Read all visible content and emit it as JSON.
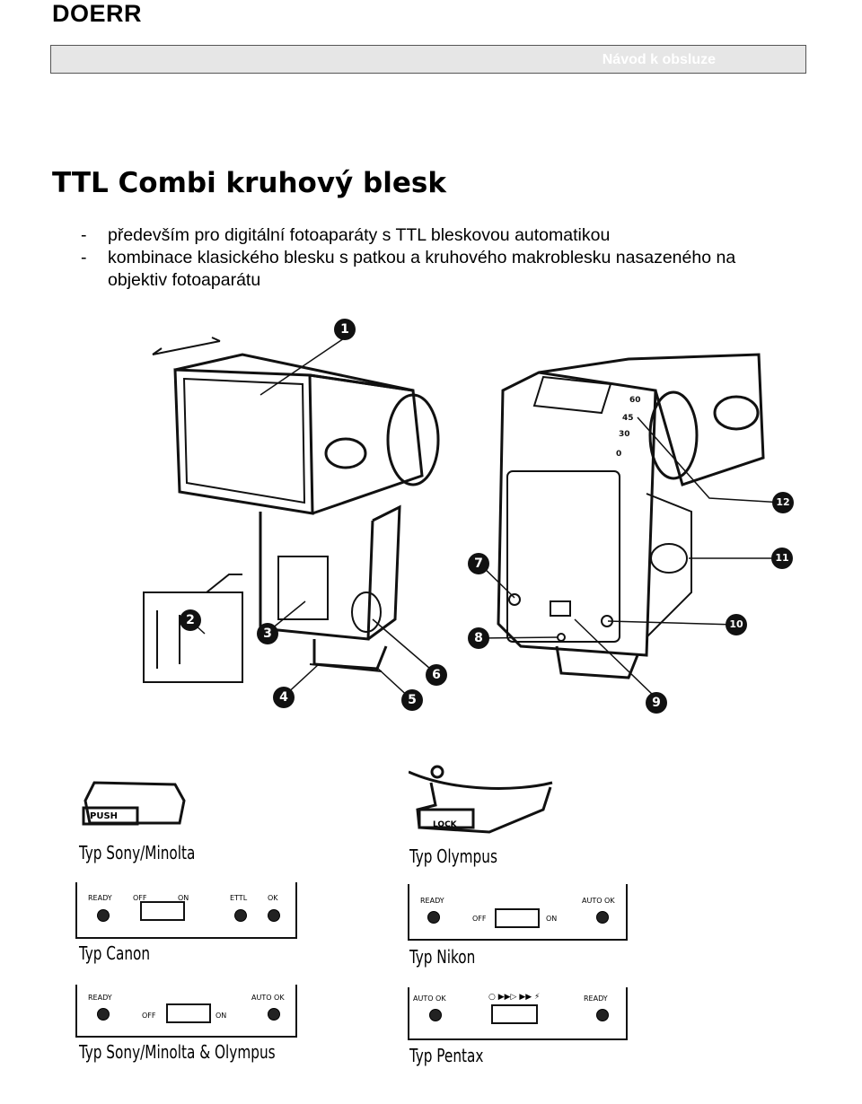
{
  "brand": "DOERR",
  "header": {
    "subtitle": "Návod k obsluze"
  },
  "title": "TTL Combi kruhový blesk",
  "bullets": [
    {
      "dash": "-",
      "text": "především pro digitální fotoaparáty s TTL bleskovou automatikou"
    },
    {
      "dash": "-",
      "text": "kombinace klasického blesku s patkou a kruhového makroblesku nasazeného na objektiv fotoaparátu"
    }
  ],
  "diagram": {
    "callouts": [
      "1",
      "2",
      "3",
      "4",
      "5",
      "6",
      "7",
      "8",
      "9",
      "10",
      "11",
      "12"
    ],
    "scale_marks": [
      "60",
      "45",
      "30",
      "0"
    ]
  },
  "panels": {
    "sony_minolta": {
      "label": "Typ Sony/Minolta",
      "button": "PUSH"
    },
    "olympus": {
      "label": "Typ Olympus",
      "button": "LOCK"
    },
    "canon": {
      "label": "Typ Canon",
      "ready": "READY",
      "off": "OFF",
      "on": "ON",
      "ettl": "ETTL",
      "ok": "OK"
    },
    "nikon": {
      "label": "Typ Nikon",
      "ready": "READY",
      "off": "OFF",
      "on": "ON",
      "autook": "AUTO OK"
    },
    "sony_olympus": {
      "label": "Typ Sony/Minolta & Olympus",
      "ready": "READY",
      "off": "OFF",
      "on": "ON",
      "autook": "AUTO OK"
    },
    "pentax": {
      "label": "Typ Pentax",
      "autook": "AUTO OK",
      "modes": "○ ▶▶▷ ▶▶ ⚡",
      "ready": "READY"
    }
  }
}
